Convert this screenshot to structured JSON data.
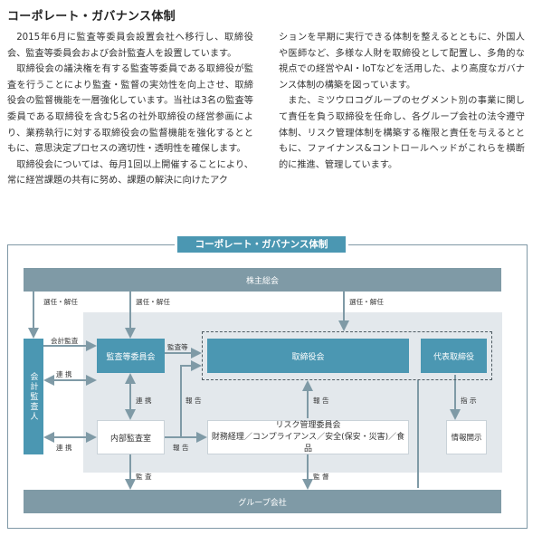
{
  "heading": "コーポレート・ガバナンス体制",
  "body": {
    "left": [
      "2015年6月に監査等委員会設置会社へ移行し、取締役会、監査等委員会および会計監査人を設置しています。",
      "取締役会の議決権を有する監査等委員である取締役が監査を行うことにより監査・監督の実効性を向上させ、取締役会の監督機能を一層強化しています。当社は3名の監査等委員である取締役を含む5名の社外取締役の経営参画により、業務執行に対する取締役会の監督機能を強化するとともに、意思決定プロセスの適切性・透明性を確保します。",
      "取締役会については、毎月1回以上開催することにより、常に経営課題の共有に努め、課題の解決に向けたアク"
    ],
    "right": [
      "ションを早期に実行できる体制を整えるとともに、外国人や医師など、多様な人財を取締役として配置し、多角的な視点での経営やAI・IoTなどを活用した、より高度なガバナンス体制の構築を図っています。",
      "また、ミツウロコグループのセグメント別の事業に関して責任を負う取締役を任命し、各グループ会社の法令遵守体制、リスク管理体制を構築する権限と責任を与えるとともに、ファイナンス&コントロールヘッドがこれらを横断的に推進、管理しています。"
    ]
  },
  "diagram": {
    "title": "コーポレート・ガバナンス体制",
    "boxes": {
      "kabunushi": "株主総会",
      "group": "グループ会社",
      "kaikei": "会計監査人",
      "kansa": "監査等委員会",
      "torishimari": "取締役会",
      "daihyo": "代表取締役",
      "naibu": "内部監査室",
      "risk_title": "リスク管理委員会",
      "risk_sub": "財務経理／コンプライアンス／安全(保安・災害)／食品",
      "joho": "情報開示"
    },
    "labels": {
      "senin1": "選任・解任",
      "senin2": "選任・解任",
      "senin3": "選任・解任",
      "kaikei_kansa": "会計監査",
      "kansa_to": "監査等",
      "renkei1": "連 携",
      "renkei2": "連 携",
      "renkei3": "連 携",
      "hokoku1": "報 告",
      "hokoku2": "報 告",
      "hokoku3": "報 告",
      "shiji": "指 示",
      "kansa_bottom": "監 査",
      "kantoku": "監 督"
    }
  }
}
